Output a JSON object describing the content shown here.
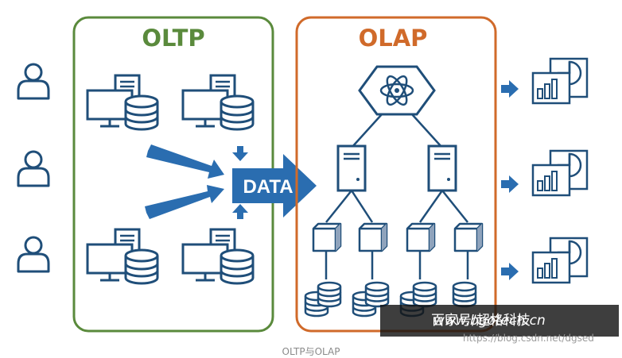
{
  "oltp": {
    "title": "OLTP",
    "color": "#5a8a3c"
  },
  "olap": {
    "title": "OLAP",
    "color": "#d06a2a"
  },
  "data_label": "DATA",
  "accent": "#2a6db0",
  "icon_stroke": "#1f4e79",
  "watermark": {
    "text": "百家号/超格科技",
    "url_overlay": "www.bgotech.cn",
    "url": "https://blog.csdn.net/dgsed"
  },
  "caption": "OLTP与OLAP",
  "icons": {
    "users": [
      "user-icon",
      "user-icon",
      "user-icon"
    ],
    "oltp_workstations": [
      "workstation-db-icon",
      "workstation-db-icon",
      "workstation-db-icon",
      "workstation-db-icon"
    ],
    "olap_hub": "atom-hexagon-icon",
    "olap_servers": [
      "server-tower-icon",
      "server-tower-icon"
    ],
    "olap_cubes": [
      "cube-icon",
      "cube-icon",
      "cube-icon",
      "cube-icon"
    ],
    "olap_dbs": [
      "database-icon",
      "database-icon",
      "database-icon",
      "database-icon"
    ],
    "reports": [
      "report-chart-icon",
      "report-chart-icon",
      "report-chart-icon"
    ]
  }
}
